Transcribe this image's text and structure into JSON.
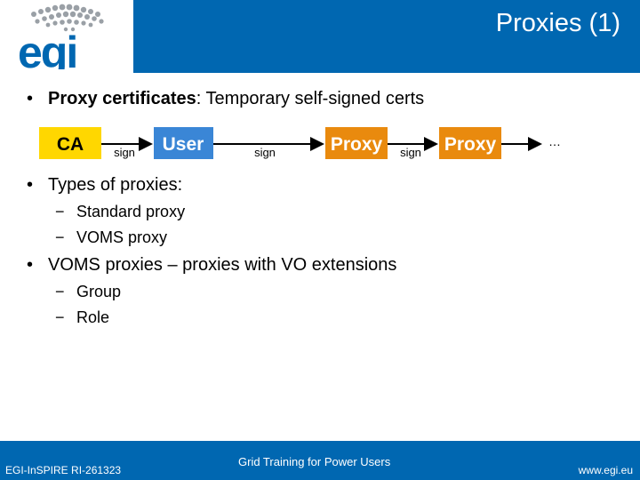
{
  "header": {
    "title": "Proxies (1)",
    "logo_text": "egi",
    "logo_color": "#0067b1"
  },
  "bullets": [
    {
      "bold": "Proxy certificates",
      "rest": ": Temporary self-signed certs"
    },
    {
      "text": "Types of proxies:",
      "subs": [
        "Standard proxy",
        "VOMS proxy"
      ]
    },
    {
      "text": "VOMS proxies – proxies with VO extensions",
      "subs": [
        "Group",
        "Role"
      ]
    }
  ],
  "diagram": {
    "nodes": [
      "CA",
      "User",
      "Proxy",
      "Proxy"
    ],
    "edge_label": "sign",
    "ellipsis": "…",
    "colors": {
      "ca": "#ffd700",
      "user": "#3a86d6",
      "proxy": "#e98a0e"
    }
  },
  "footer": {
    "left": "EGI-InSPIRE RI-261323",
    "center": "Grid Training for Power Users",
    "right": "www.egi.eu"
  }
}
